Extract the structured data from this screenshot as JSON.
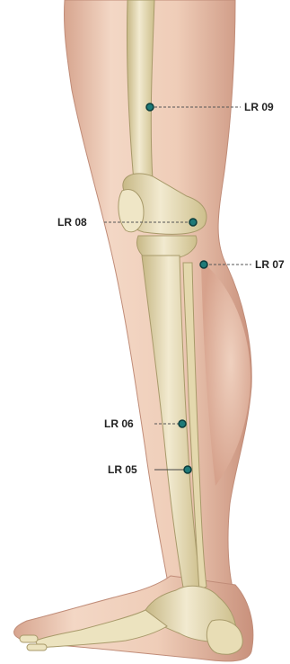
{
  "colors": {
    "skin": "#efcdb8",
    "skin_shade": "#d9a893",
    "skin_dark": "#c58d78",
    "bone": "#ece3bf",
    "bone_shade": "#c9bb86",
    "point": "#1e7a78",
    "point_ring": "#0b3d3c",
    "label": "#222222"
  },
  "points": [
    {
      "id": "LR09",
      "label": "LR 09"
    },
    {
      "id": "LR08",
      "label": "LR 08"
    },
    {
      "id": "LR07",
      "label": "LR 07"
    },
    {
      "id": "LR06",
      "label": "LR 06"
    },
    {
      "id": "LR05",
      "label": "LR 05"
    }
  ]
}
